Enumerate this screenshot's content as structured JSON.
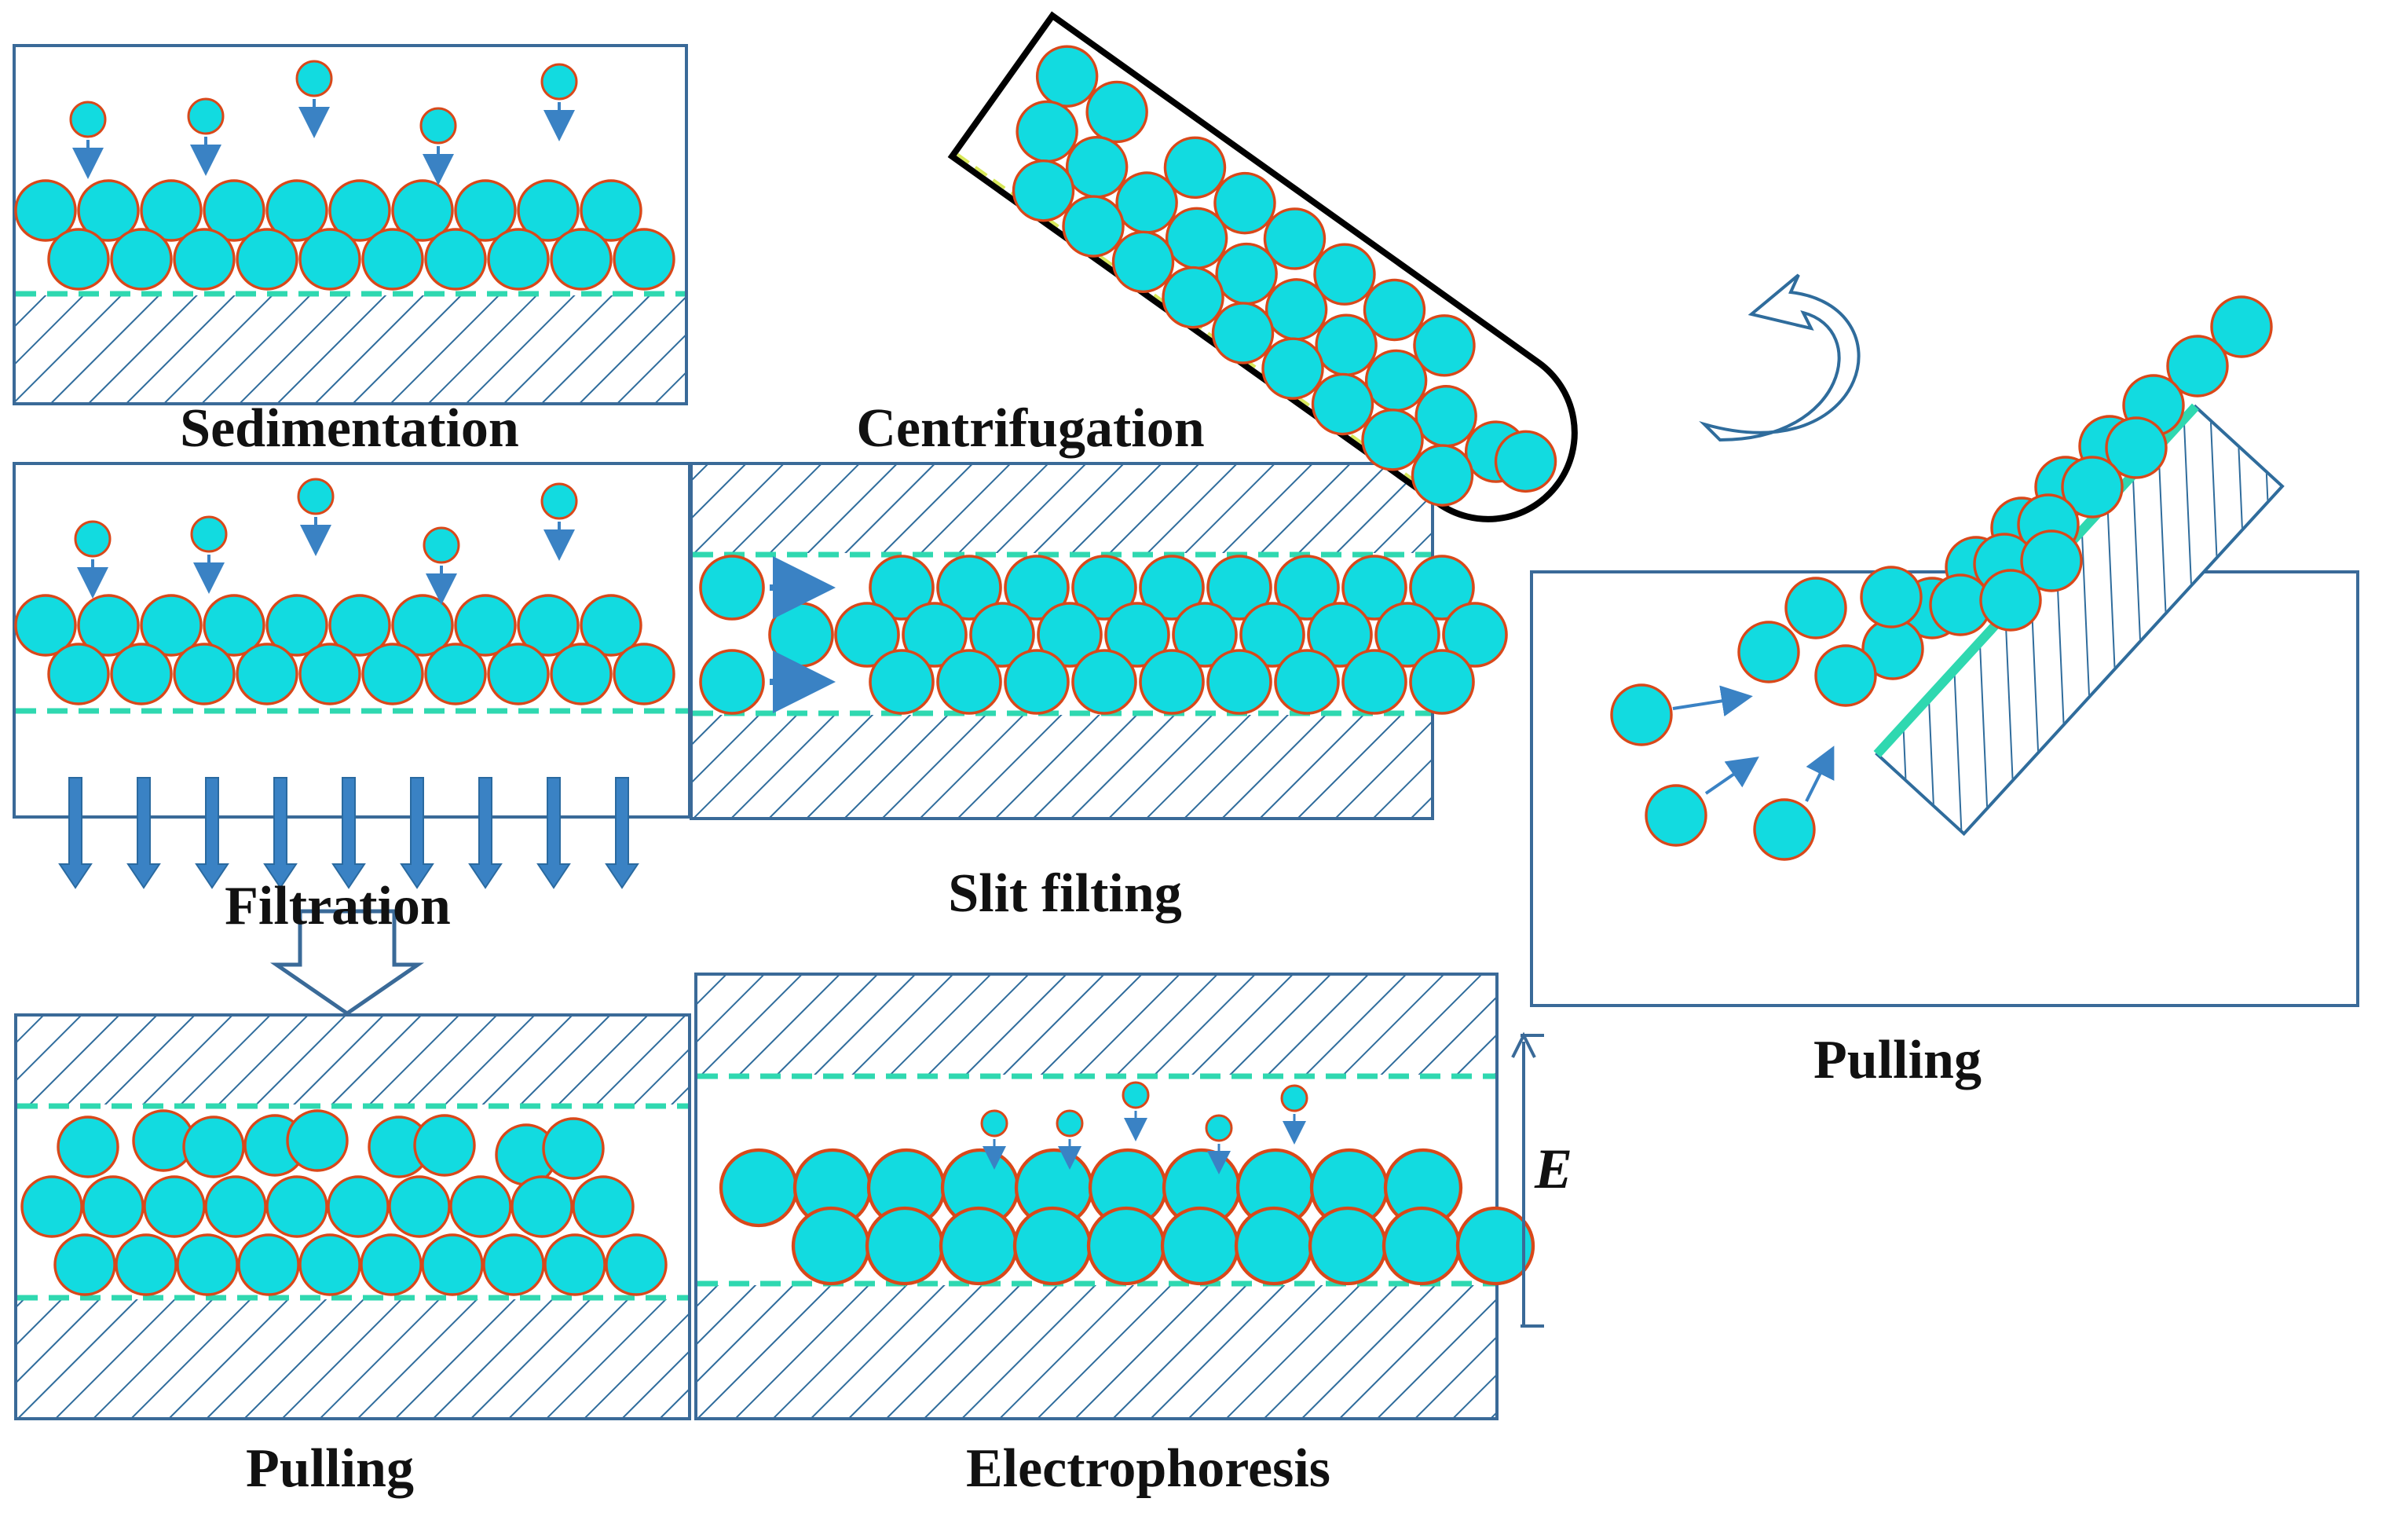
{
  "labels": {
    "sedimentation": "Sedimentation",
    "centrifugation": "Centrifugation",
    "filtration": "Filtration",
    "slit_filting": "Slit filting",
    "pulling_bottom": "Pulling",
    "electrophoresis": "Electrophoresis",
    "pulling_right": "Pulling",
    "field": "E"
  },
  "colors": {
    "particle_fill": "#12dbe0",
    "particle_stroke": "#d9481a",
    "frame": "#3a6a98",
    "hatch": "#2f6c9c",
    "boundary": "#2fd8b0",
    "arrow": "#3a82c4",
    "tube_outline": "#000000",
    "text": "#111111"
  }
}
